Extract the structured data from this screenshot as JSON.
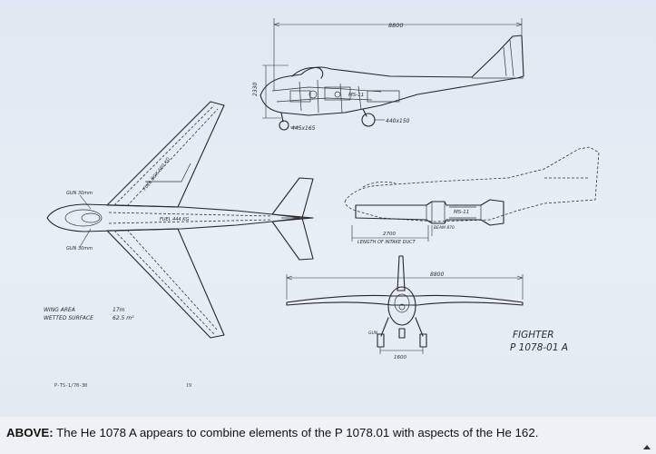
{
  "top_view": {
    "length_dim": "8800",
    "height_dim": "2330",
    "wheel_main": "445x165",
    "wheel_nose": "440x150",
    "engine_label": "MS-11"
  },
  "plan_view": {
    "gun_upper": "GUN 30mm",
    "gun_lower": "GUN 30mm",
    "fuel_wing": "FUEL BOX 660 KG",
    "fuel_fuselage": "FUEL 444 KG",
    "data_labels": [
      "WING AREA",
      "WETTED SURFACE"
    ],
    "data_values": [
      "17m",
      "62.5 m²"
    ]
  },
  "side_view": {
    "engine_label": "MS-11",
    "beam_label": "BEAM 870",
    "length_dim": "2700",
    "length_label": "LENGTH OF INTAKE DUCT"
  },
  "front_view": {
    "span_dim": "8800",
    "track_dim": "1600",
    "side_label": "GUN"
  },
  "title_block": {
    "line1": "FIGHTER",
    "line2": "P 1078-01 A"
  },
  "page_footer": {
    "ref": "P-TS-1/70-30",
    "page_number": "19"
  },
  "caption": {
    "lead": "ABOVE:",
    "text": " The He 1078 A appears to combine elements of the P 1078.01 with aspects of the He 162."
  }
}
